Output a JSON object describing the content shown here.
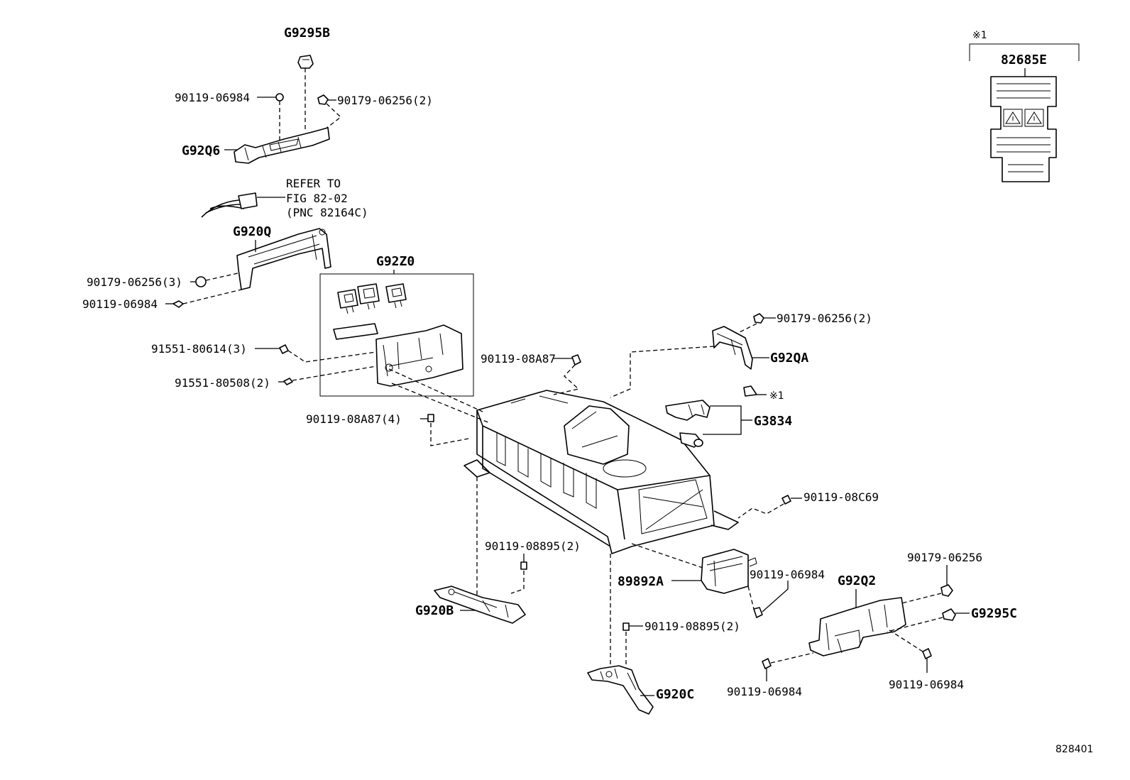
{
  "labels": {
    "g9295b": "G9295B",
    "p90119_06984_a": "90119-06984",
    "p90179_06256_2a": "90179-06256(2)",
    "g92q6": "G92Q6",
    "refer_l1": "REFER TO",
    "refer_l2": "FIG 82-02",
    "refer_l3": "(PNC 82164C)",
    "g920q": "G920Q",
    "p90179_06256_3": "90179-06256(3)",
    "p90119_06984_b": "90119-06984",
    "g92z0": "G92Z0",
    "p91551_80614": "91551-80614(3)",
    "p91551_80508": "91551-80508(2)",
    "p90119_08a87": "90119-08A87",
    "p90119_08a87_4": "90119-08A87(4)",
    "p90179_06256_2b": "90179-06256(2)",
    "g92qa": "G92QA",
    "note1_ref": "※1",
    "g3834": "G3834",
    "p90119_08c69": "90119-08C69",
    "p90119_08895_2a": "90119-08895(2)",
    "g920b": "G920B",
    "p89892a": "89892A",
    "p90119_06984_c": "90119-06984",
    "g92q2": "G92Q2",
    "p90179_06256": "90179-06256",
    "g9295c": "G9295C",
    "p90119_08895_2b": "90119-08895(2)",
    "g920c": "G920C",
    "p90119_06984_d": "90119-06984",
    "p90119_06984_e": "90119-06984",
    "note1_box": "※1",
    "p82685e": "82685E",
    "fig_number": "828401"
  }
}
